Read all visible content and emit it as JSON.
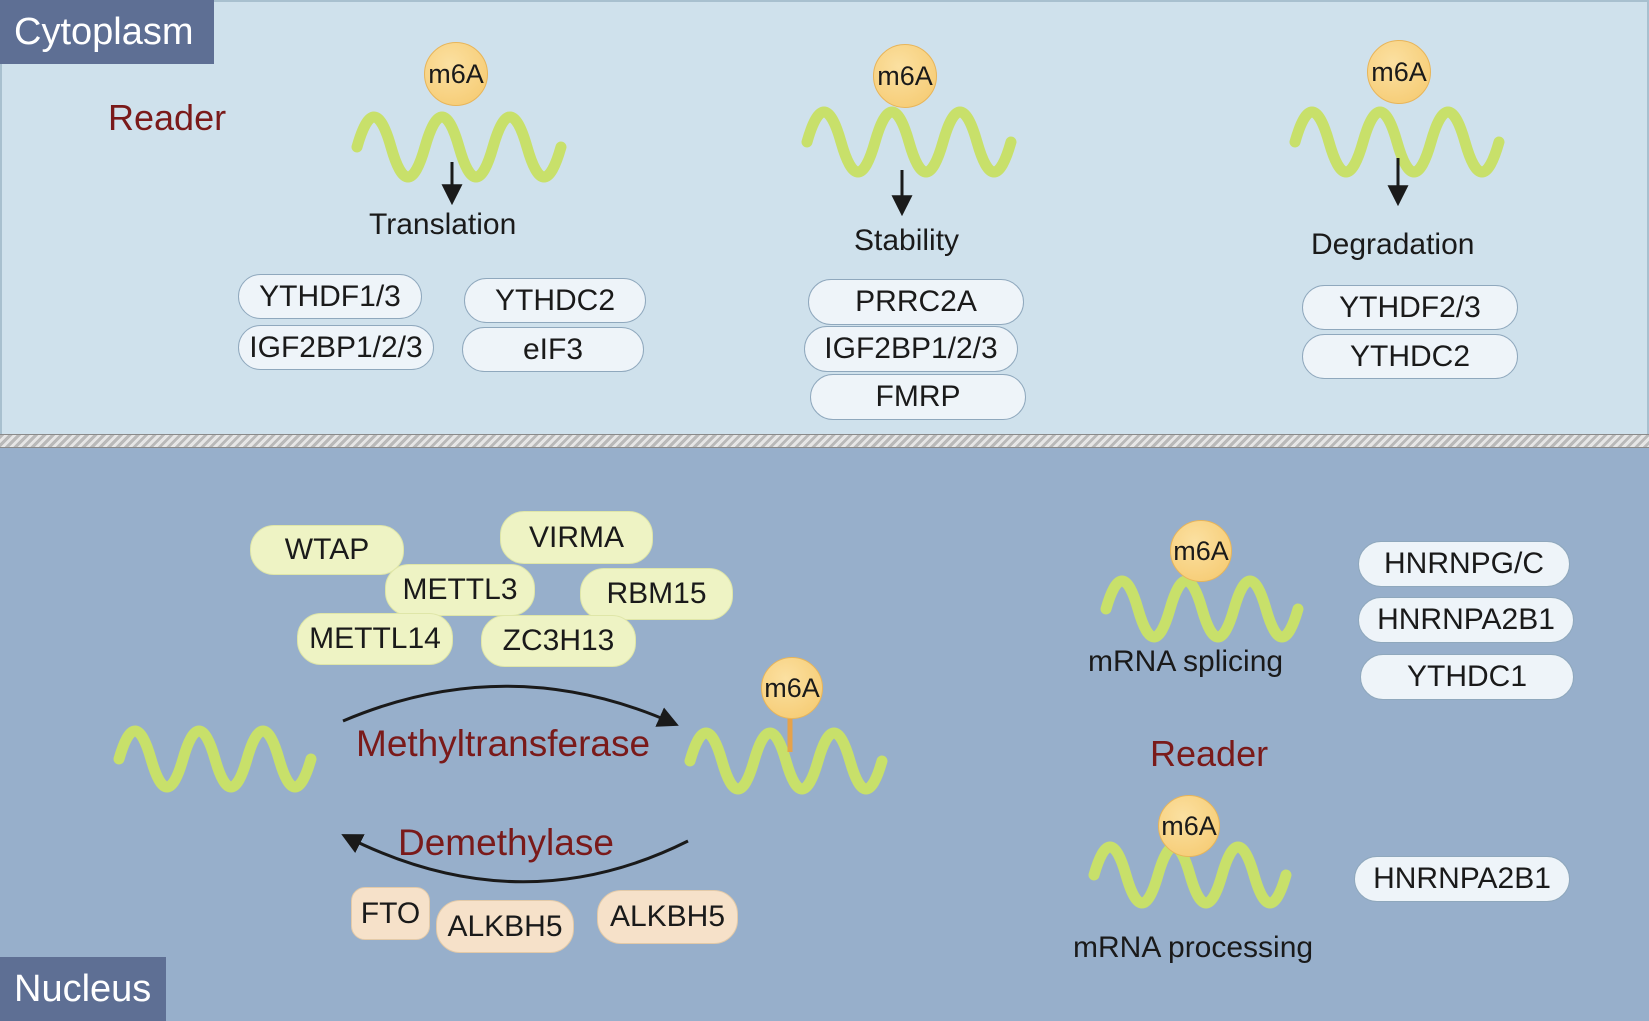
{
  "cytoplasm": {
    "label": "Cytoplasm",
    "reader_label": "Reader",
    "groups": [
      {
        "mark": "m6A",
        "process": "Translation",
        "readers": [
          "YTHDF1/3",
          "IGF2BP1/2/3",
          "YTHDC2",
          "eIF3"
        ]
      },
      {
        "mark": "m6A",
        "process": "Stability",
        "readers": [
          "PRRC2A",
          "IGF2BP1/2/3",
          "FMRP"
        ]
      },
      {
        "mark": "m6A",
        "process": "Degradation",
        "readers": [
          "YTHDF2/3",
          "YTHDC2"
        ]
      }
    ]
  },
  "nucleus": {
    "label": "Nucleus",
    "writers": [
      "WTAP",
      "VIRMA",
      "METTL3",
      "RBM15",
      "METTL14",
      "ZC3H13"
    ],
    "methyltransferase_label": "Methyltransferase",
    "demethylase_label": "Demethylase",
    "erasers": [
      "FTO",
      "ALKBH5",
      "ALKBH5"
    ],
    "mark": "m6A",
    "reader_label": "Reader",
    "splicing": {
      "mark": "m6A",
      "label": "mRNA splicing",
      "readers": [
        "HNRNPG/C",
        "HNRNPA2B1",
        "YTHDC1"
      ]
    },
    "processing": {
      "mark": "m6A",
      "label": "mRNA processing",
      "readers": [
        "HNRNPA2B1"
      ]
    }
  },
  "colors": {
    "cytoplasm_bg": "#cfe1ec",
    "nucleus_bg": "#97afcb",
    "tag_bg": "#5e6f94",
    "rna": "#c8e06a",
    "m6a": "#f5c86c",
    "label_red": "#7a1a1a",
    "writer_pill": "#eef3c4",
    "eraser_pill": "#f6e1c9",
    "reader_pill": "#eef4f9"
  }
}
